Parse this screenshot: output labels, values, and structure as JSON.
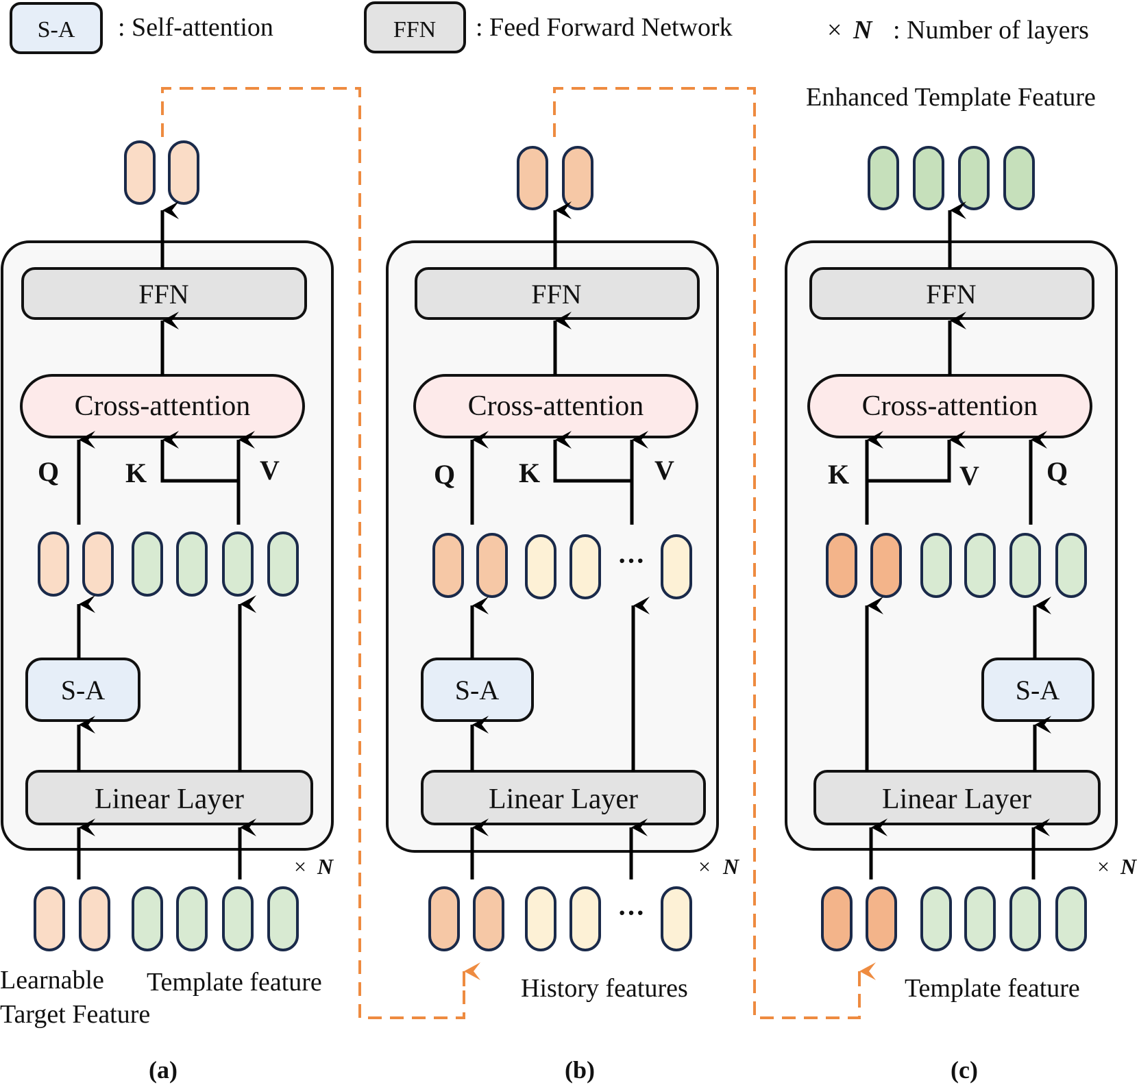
{
  "legend": {
    "sa_box": "S-A",
    "sa_desc": ": Self-attention",
    "ffn_box": "FFN",
    "ffn_desc": ": Feed Forward Network",
    "layers_sym_times": "×",
    "layers_sym_n": "N",
    "layers_desc": ": Number of layers"
  },
  "panels": {
    "a": {
      "ffn": "FFN",
      "cross_attention": "Cross-attention",
      "q": "Q",
      "k": "K",
      "v": "V",
      "sa": "S-A",
      "linear": "Linear Layer",
      "repeat_times": "×",
      "repeat_n": "N",
      "input_label_1_line1": "Learnable",
      "input_label_1_line2": "Target Feature",
      "input_label_2": "Template feature",
      "caption": "(a)"
    },
    "b": {
      "ffn": "FFN",
      "cross_attention": "Cross-attention",
      "q": "Q",
      "k": "K",
      "v": "V",
      "sa": "S-A",
      "linear": "Linear Layer",
      "ellipsis_mid": "···",
      "ellipsis_bottom": "···",
      "repeat_times": "×",
      "repeat_n": "N",
      "input_label": "History features",
      "caption": "(b)"
    },
    "c": {
      "output_label": "Enhanced Template Feature",
      "ffn": "FFN",
      "cross_attention": "Cross-attention",
      "q": "Q",
      "k": "K",
      "v": "V",
      "sa": "S-A",
      "linear": "Linear Layer",
      "repeat_times": "×",
      "repeat_n": "N",
      "input_label": "Template feature",
      "caption": "(c)"
    }
  },
  "colors": {
    "sa_fill": "#e6eef8",
    "ffn_fill": "#e3e3e3",
    "cross_fill": "#fdeaea",
    "panel_fill": "#f8f8f8",
    "token_outline": "#1a2a4a",
    "target_light": "#fadcc6",
    "target_mid": "#f6c8a6",
    "target_dark": "#f3b48a",
    "template_green": "#d8ead2",
    "output_green": "#c6e0bb",
    "history_yellow": "#fdf1d6",
    "dashed_orange": "#ee8b40"
  }
}
